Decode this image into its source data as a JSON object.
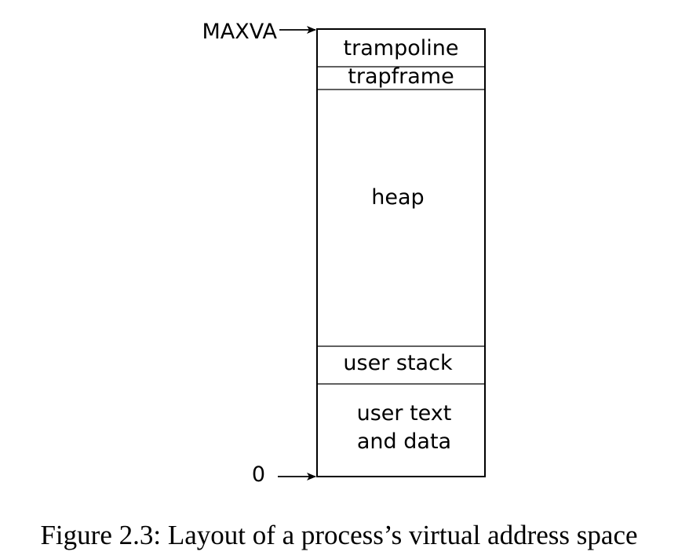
{
  "diagram": {
    "regions": [
      {
        "lines": [
          "trampoline"
        ]
      },
      {
        "lines": [
          "trapframe"
        ]
      },
      {
        "lines": [
          "heap"
        ]
      },
      {
        "lines": [
          "user stack"
        ]
      },
      {
        "lines": [
          "user text",
          "and data"
        ]
      }
    ],
    "markers": {
      "top": "MAXVA",
      "bottom": "0"
    }
  },
  "caption": "Figure 2.3: Layout of a process’s virtual address space"
}
